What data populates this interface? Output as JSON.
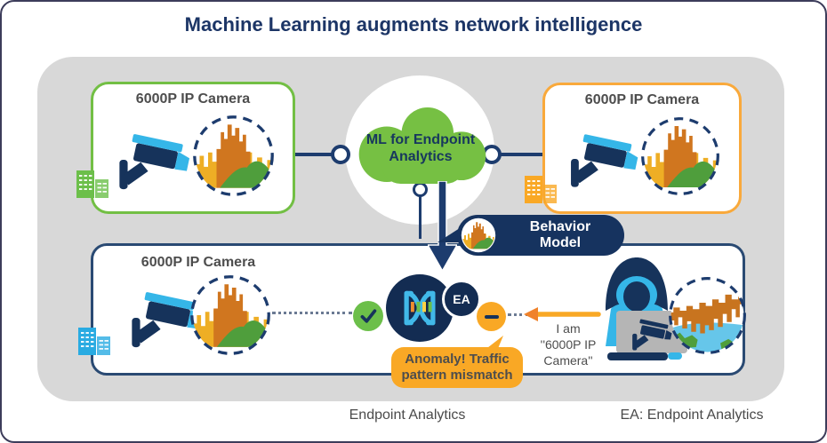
{
  "title": "Machine Learning augments network intelligence",
  "cloud": {
    "line1": "ML for Endpoint",
    "line2": "Analytics"
  },
  "camera_boxes": {
    "top_left": {
      "label": "6000P IP Camera"
    },
    "top_right": {
      "label": "6000P IP Camera"
    },
    "bottom": {
      "label": "6000P IP Camera"
    }
  },
  "behavior_model": {
    "line1": "Behavior",
    "line2": "Model"
  },
  "ea_badge": {
    "label": "EA"
  },
  "anomaly_callout": {
    "line1": "Anomaly! Traffic",
    "line2": "pattern mismatch"
  },
  "spoof_claim": {
    "line1": "I am",
    "line2": "''6000P IP",
    "line3": "Camera''"
  },
  "footer": {
    "left": "Endpoint Analytics",
    "right": "EA: Endpoint Analytics"
  },
  "colors": {
    "navy": "#16335b",
    "green": "#72bf44",
    "orange": "#f9a825",
    "light_blue": "#35b6e8",
    "panel_gray": "#d8d8d8",
    "text_gray": "#4d4d4d"
  }
}
